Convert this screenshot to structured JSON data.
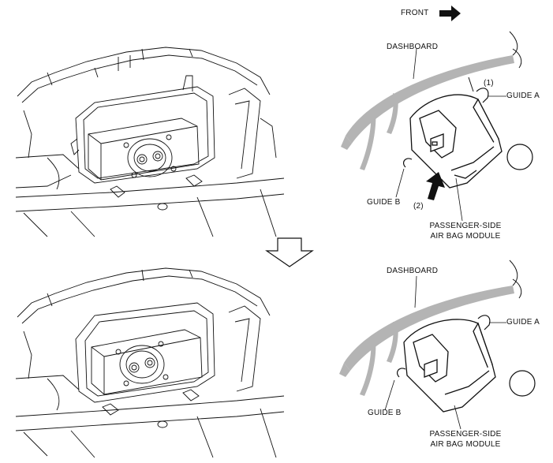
{
  "labels": {
    "front": "FRONT",
    "dashboard": "DASHBOARD",
    "guide_a": "GUIDE A",
    "guide_b": "GUIDE B",
    "step1": "(1)",
    "step2": "(2)",
    "module_line1": "PASSENGER-SIDE",
    "module_line2": "AIR BAG MODULE"
  },
  "icons": {
    "front_arrow": "front-arrow-icon",
    "down_arrow": "down-arrow-icon",
    "ok_circle": "circle-mark-icon"
  },
  "colors": {
    "dashboard_fill": "#b4b4b4",
    "ink": "#111111"
  }
}
